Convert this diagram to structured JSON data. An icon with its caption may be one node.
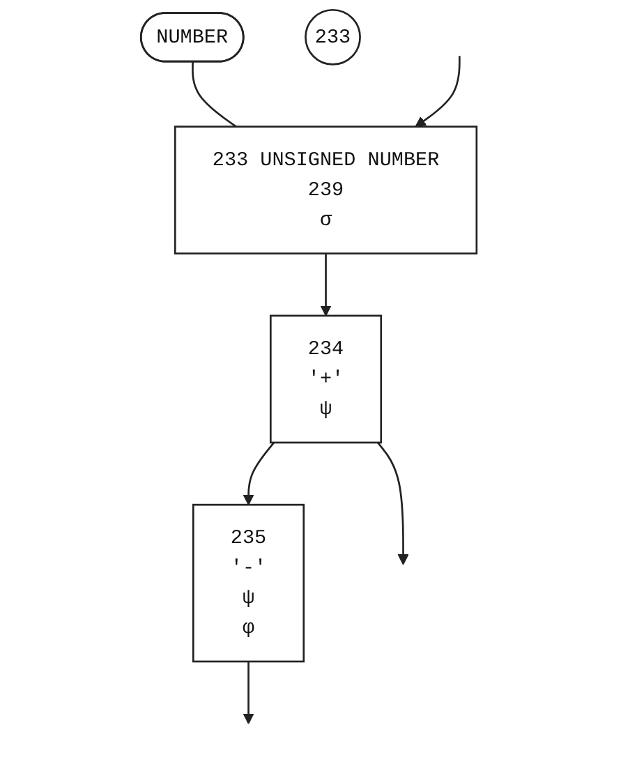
{
  "diagram": {
    "nodes": [
      {
        "text": [
          "NUMBER"
        ]
      },
      {
        "text": [
          "233"
        ]
      },
      {
        "text": [
          "233 UNSIGNED NUMBER",
          "239",
          "σ"
        ]
      },
      {
        "text": [
          "234",
          "'+'",
          "ψ"
        ]
      },
      {
        "text": [
          "235",
          "'-'",
          "ψ",
          "φ"
        ]
      }
    ],
    "edges": [
      {
        "from": 0,
        "to": 2,
        "arrow": "none"
      },
      {
        "from": null,
        "to": 2,
        "arrow": "to"
      },
      {
        "from": 2,
        "to": 3,
        "arrow": "to"
      },
      {
        "from": 3,
        "to": 4,
        "arrow": "to"
      },
      {
        "from": 3,
        "to": null,
        "arrow": "to"
      },
      {
        "from": 4,
        "to": null,
        "arrow": "to"
      }
    ]
  }
}
